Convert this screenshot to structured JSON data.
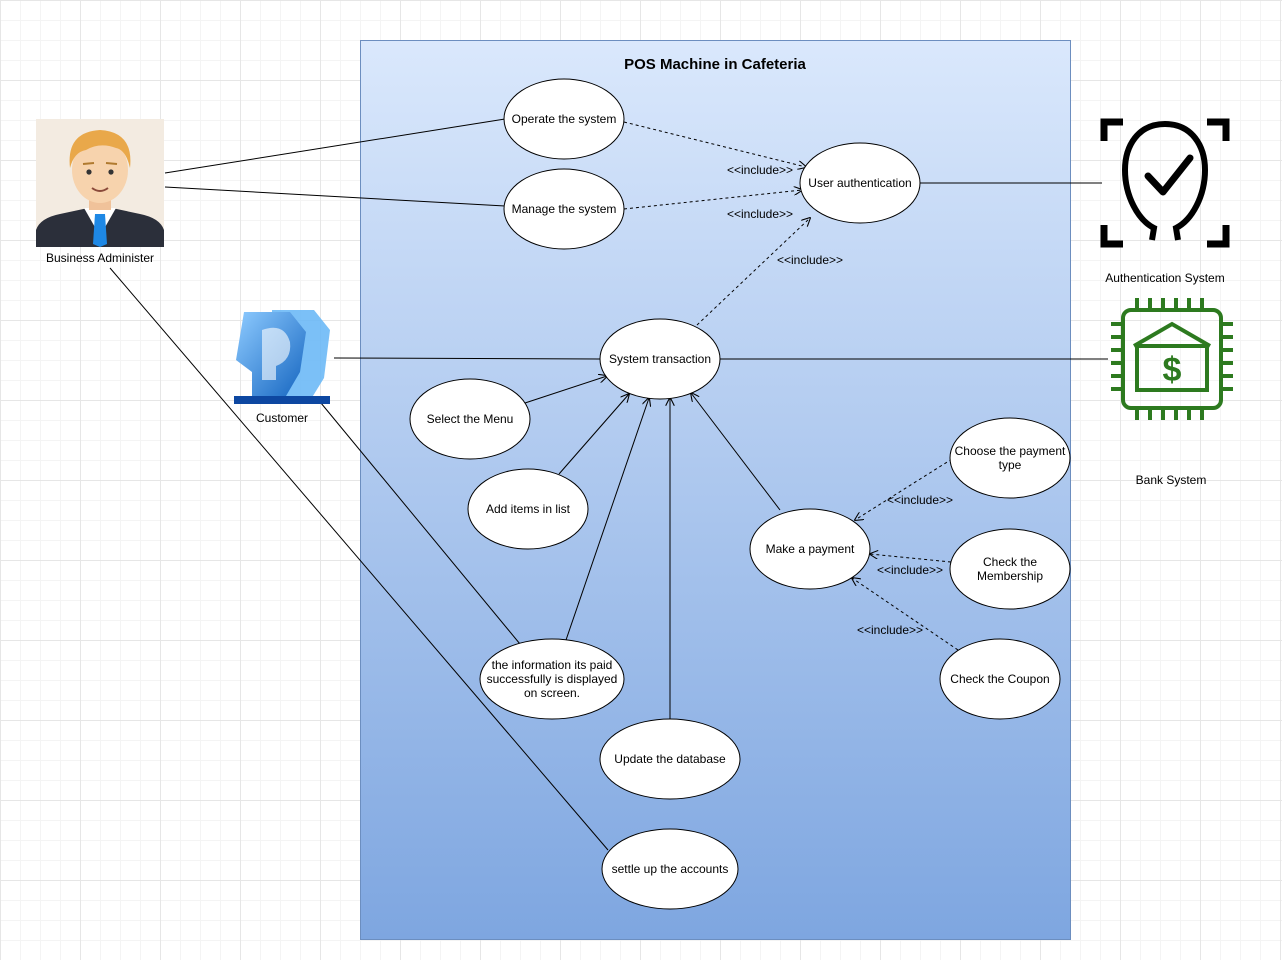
{
  "title": "POS Machine in Cafeteria",
  "actors": {
    "business_admin": "Business Administer",
    "customer": "Customer",
    "auth_system": "Authentication System",
    "bank_system": "Bank System"
  },
  "use_cases": {
    "operate": [
      "Operate the system"
    ],
    "manage": [
      "Manage the system"
    ],
    "user_auth": [
      "User authentication"
    ],
    "transaction": [
      "System transaction"
    ],
    "select_menu": [
      "Select the Menu"
    ],
    "add_items": [
      "Add items in list"
    ],
    "payment_type": [
      "Choose the payment",
      "type"
    ],
    "make_payment": [
      "Make a payment"
    ],
    "membership": [
      "Check the",
      "Membership"
    ],
    "coupon": [
      "Check the Coupon"
    ],
    "info_paid": [
      "the information its paid",
      "successfully is displayed",
      "on screen."
    ],
    "update_db": [
      "Update the database"
    ],
    "settle": [
      "settle up the accounts"
    ]
  },
  "include_label": "<<include>>",
  "colors": {
    "boundary_top": "#dae8fc",
    "boundary_bottom": "#7ea6e0",
    "boundary_stroke": "#6c8ebf",
    "bank_green": "#2d7a1f",
    "customer_blue": "#1e88e5"
  }
}
